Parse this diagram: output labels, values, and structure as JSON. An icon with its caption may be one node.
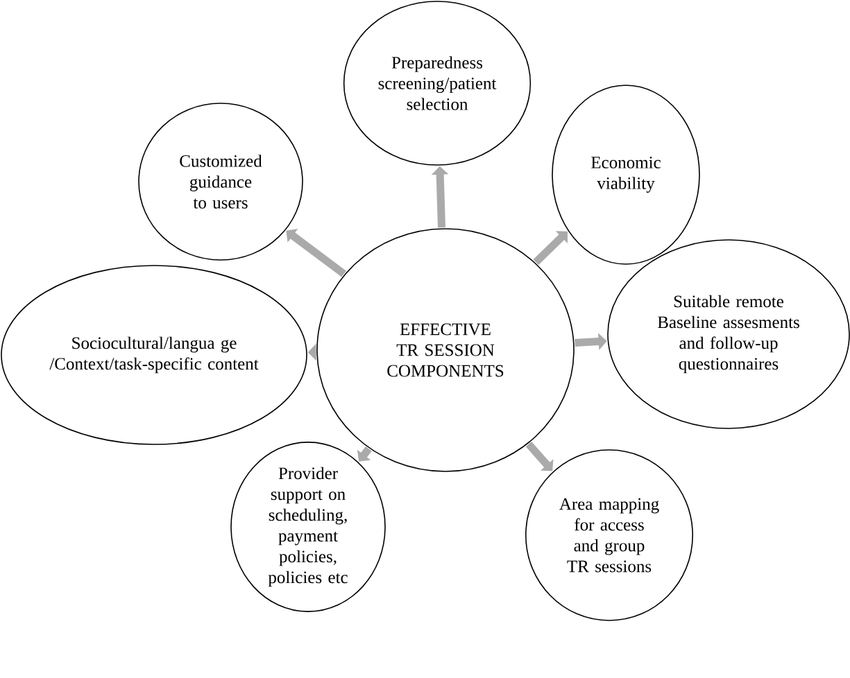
{
  "diagram": {
    "nodes": [
      {
        "text": [
          "EFFECTIVE TR SESSION COMPONENTS"
        ]
      },
      {
        "text": [
          "Preparedness screening/patient selection"
        ]
      },
      {
        "text": [
          "Economic viability"
        ]
      },
      {
        "text": [
          "Suitable remote Baseline assesments and follow-up questionnaires"
        ]
      },
      {
        "text": [
          "Area mapping for access and group TR sessions"
        ]
      },
      {
        "text": [
          "Provider support on scheduling, payment policies, policies etc"
        ]
      },
      {
        "text": [
          "Sociocultural/langua ge /Context/task-specific content"
        ]
      },
      {
        "text": [
          "Customized guidance to users"
        ]
      }
    ],
    "edges": [
      {
        "from": 0,
        "to": 1,
        "arrow": "to"
      },
      {
        "from": 0,
        "to": 2,
        "arrow": "to"
      },
      {
        "from": 0,
        "to": 3,
        "arrow": "to"
      },
      {
        "from": 0,
        "to": 4,
        "arrow": "to"
      },
      {
        "from": 0,
        "to": 5,
        "arrow": "to"
      },
      {
        "from": 0,
        "to": 6,
        "arrow": "to"
      },
      {
        "from": 0,
        "to": 7,
        "arrow": "to"
      }
    ]
  }
}
